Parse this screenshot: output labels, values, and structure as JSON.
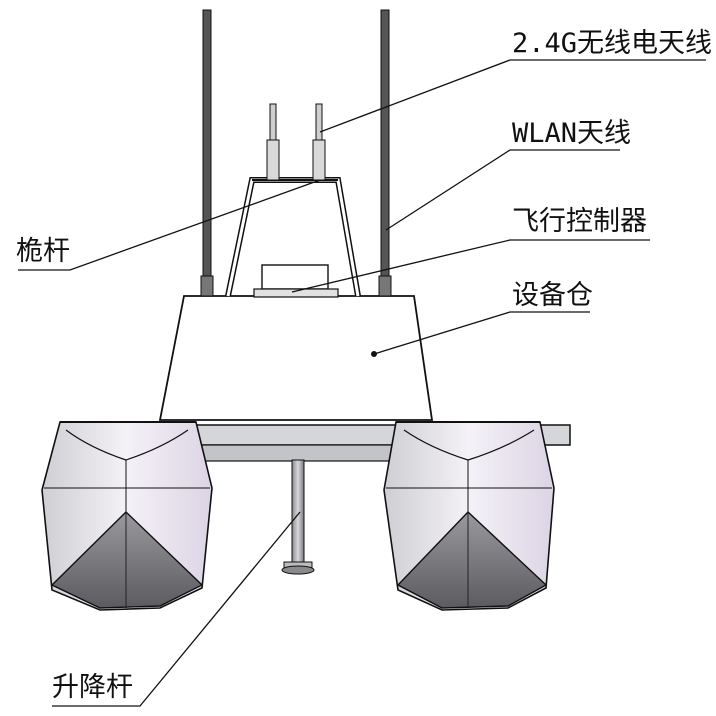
{
  "labels": {
    "antenna_24g": "2.4G无线电天线",
    "wlan_antenna": "WLAN天线",
    "mast": "桅杆",
    "flight_controller": "飞行控制器",
    "equipment_bay": "设备仓",
    "lift_rod": "升降杆"
  },
  "colors": {
    "line": "#111111",
    "antenna": "#555555",
    "hull_light": "#e9e6ee",
    "hull_dark": "#6e6e72",
    "deck": "#d4d6da"
  }
}
